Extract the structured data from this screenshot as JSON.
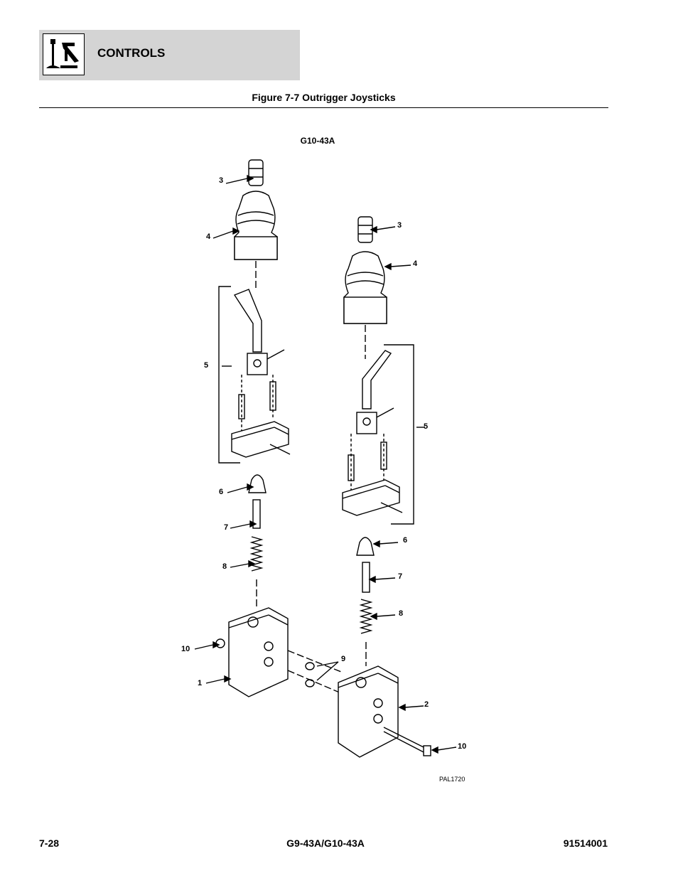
{
  "header": {
    "section_title": "CONTROLS",
    "icon": "joystick-icon"
  },
  "figure": {
    "title": "Figure 7-7 Outrigger Joysticks",
    "model_label": "G10-43A",
    "art_code": "PAL1720"
  },
  "callouts": {
    "left": [
      "3",
      "4",
      "5",
      "6",
      "7",
      "8",
      "10",
      "1",
      "9"
    ],
    "right": [
      "3",
      "4",
      "5",
      "6",
      "7",
      "8",
      "2",
      "10"
    ]
  },
  "footer": {
    "page_number": "7-28",
    "model": "G9-43A/G10-43A",
    "part_number": "91514001"
  },
  "colors": {
    "header_band": "#d4d4d4",
    "text": "#000000"
  }
}
